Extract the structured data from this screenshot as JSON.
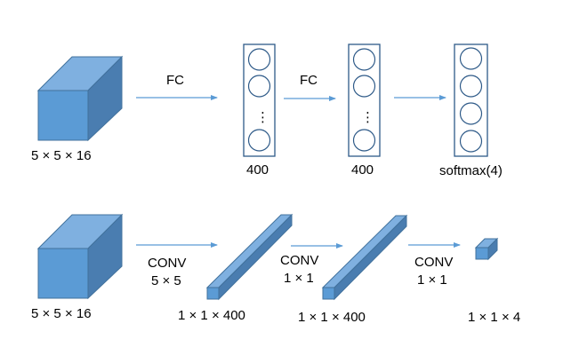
{
  "top_row": {
    "input_label": "5 × 5 × 16",
    "arrow1_label": "FC",
    "layer1_label": "400",
    "arrow2_label": "FC",
    "layer2_label": "400",
    "output_label": "softmax(4)",
    "ellipsis": "⋮"
  },
  "bottom_row": {
    "input_label": "5 × 5 × 16",
    "conv1_label": "CONV",
    "conv1_size": "5 × 5",
    "volume1_label": "1 × 1 × 400",
    "conv2_label": "CONV",
    "conv2_size": "1 × 1",
    "volume2_label": "1 × 1 × 400",
    "conv3_label": "CONV",
    "conv3_size": "1 × 1",
    "output_label": "1 × 1 × 4"
  },
  "colors": {
    "front": "#5b9bd5",
    "top": "#7fb0e0",
    "side": "#4a7db0",
    "arrow": "#5b9bd5",
    "layer_border": "#2e5a88"
  }
}
